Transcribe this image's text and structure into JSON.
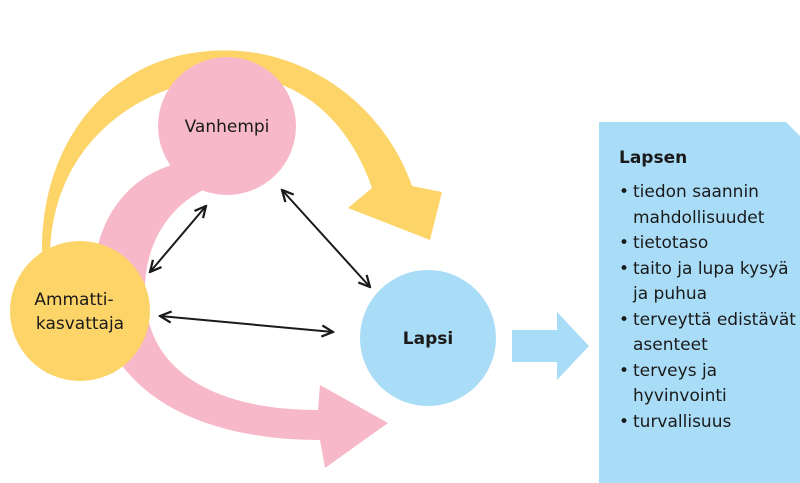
{
  "diagram": {
    "nodes": {
      "parent": {
        "label": "Vanhempi",
        "color": "#f7b9c9"
      },
      "professional": {
        "label_line1": "Ammatti-",
        "label_line2": "kasvattaja",
        "color": "#fdd468"
      },
      "child": {
        "label": "Lapsi",
        "color": "#a9dcf7"
      }
    },
    "flow_arrows": {
      "yellow": "#fdd468",
      "pink": "#f7b9c9"
    },
    "connector_color": "#1a1a1a"
  },
  "info_panel": {
    "title": "Lapsen",
    "color": "#a9dcf7",
    "items": [
      "tiedon saannin mahdollisuudet",
      "tietotaso",
      "taito ja lupa kysyä ja puhua",
      "terveyttä edistävät asenteet",
      "terveys ja hyvinvointi",
      "turvallisuus"
    ]
  }
}
